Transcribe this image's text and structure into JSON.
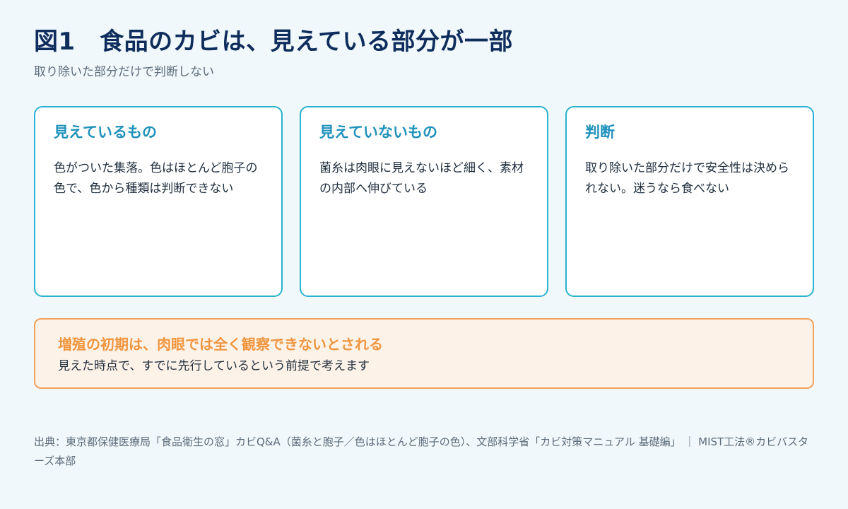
{
  "header": {
    "title": "図1　食品のカビは、見えている部分が一部",
    "subtitle": "取り除いた部分だけで判断しない"
  },
  "cards": [
    {
      "title": "見えているもの",
      "body": "色がついた集落。色はほとんど胞子の色で、色から種類は判断できない"
    },
    {
      "title": "見えていないもの",
      "body": "菌糸は肉眼に見えないほど細く、素材の内部へ伸びている"
    },
    {
      "title": "判断",
      "body": "取り除いた部分だけで安全性は決められない。迷うなら食べない"
    }
  ],
  "callout": {
    "title": "増殖の初期は、肉眼では全く観察できないとされる",
    "body": "見えた時点で、すでに先行しているという前提で考えます"
  },
  "footer": {
    "source": "出典：東京都保健医療局「食品衛生の窓」カビQ&A（菌糸と胞子／色はほとんど胞子の色）、文部科学省「カビ対策マニュアル 基礎編」 ｜ MIST工法®カビバスターズ本部"
  },
  "colors": {
    "background": "#f1f8fb",
    "title": "#0f2d5c",
    "card_border": "#28b3d1",
    "card_heading": "#1f92bb",
    "callout_border": "#f0a15a",
    "callout_background": "#fdf2e8",
    "callout_heading": "#f0953e",
    "muted_text": "#5b6b7a"
  }
}
